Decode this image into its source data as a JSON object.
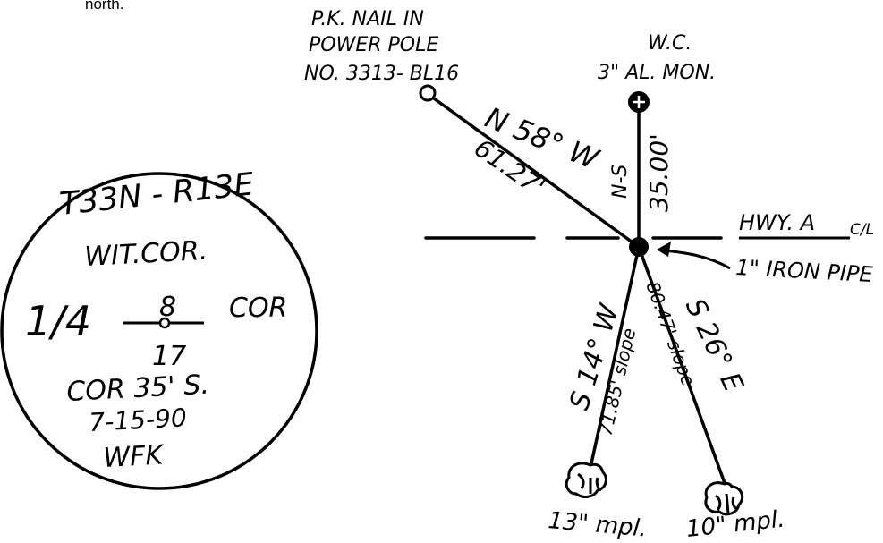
{
  "caption_fragment": "north.",
  "disk": {
    "line1": "T33N - R13E",
    "line2": "WIT.COR.",
    "quarter": "1/4",
    "section_top": "8",
    "section_bottom": "17",
    "cor": "COR",
    "line_cor": "COR 35' S.",
    "date": "7-15-90",
    "initials": "WFK"
  },
  "references": {
    "nail_label": [
      "P.K. NAIL IN",
      "POWER POLE",
      "NO. 3313- BL16"
    ],
    "nail_bearing": "N 58° W",
    "nail_distance": "61.27'",
    "wc_label": [
      "W.C.",
      "3\" AL. MON."
    ],
    "wc_bearing": "N-S",
    "wc_distance": "35.00'",
    "road_label": "HWY. A",
    "centerline_symbol": "C/L",
    "pipe_label": "1\" IRON PIPE",
    "tree1_bearing": "S 14° W",
    "tree1_distance": "71.85' slope",
    "tree1_label": "13\" mpl.",
    "tree2_bearing": "S 26° E",
    "tree2_distance": "80.47' slope",
    "tree2_label": "10\" mpl."
  },
  "colors": {
    "ink": "#000000",
    "paper": "#ffffff"
  }
}
